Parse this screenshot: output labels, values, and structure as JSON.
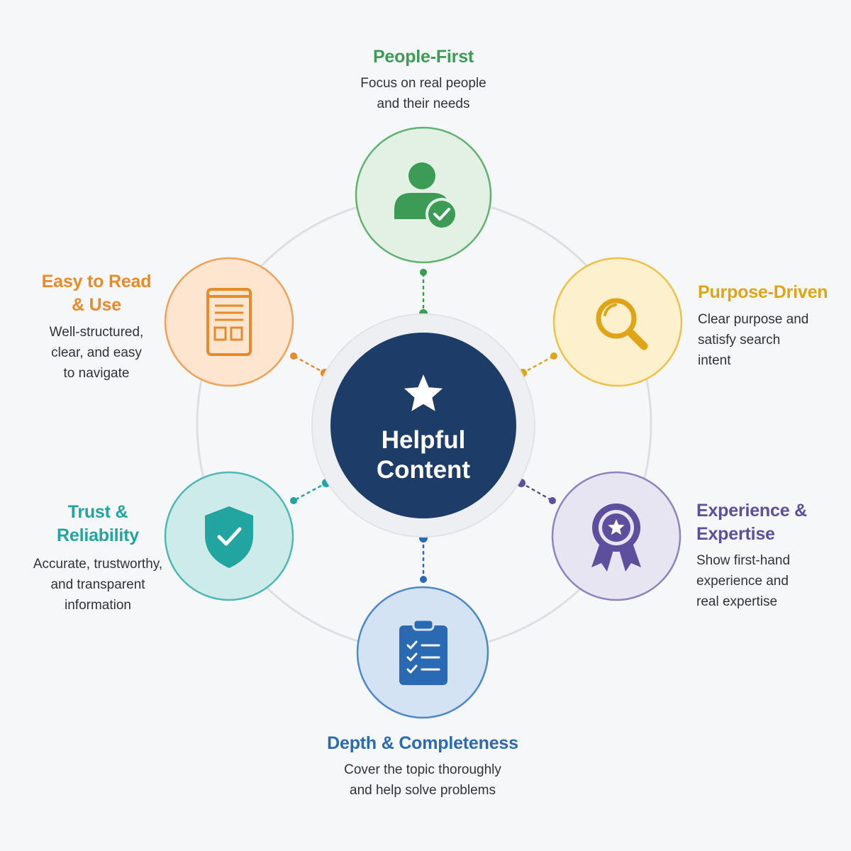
{
  "center": {
    "title": "Helpful\nContent",
    "icon": "star-icon",
    "color": "#1d3c68"
  },
  "nodes": [
    {
      "key": "people_first",
      "title": "People-First",
      "description": "Focus on real people\nand their needs",
      "icon": "person-check-icon",
      "color": "#3c9b54"
    },
    {
      "key": "purpose_driven",
      "title": "Purpose-Driven",
      "description": "Clear purpose and\nsatisfy search\nintent",
      "icon": "magnifier-icon",
      "color": "#e0a516"
    },
    {
      "key": "experience_expertise",
      "title": "Experience &\nExpertise",
      "description": "Show first-hand\nexperience and\nreal expertise",
      "icon": "award-ribbon-icon",
      "color": "#5d4f9e"
    },
    {
      "key": "depth_completeness",
      "title": "Depth & Completeness",
      "description": "Cover the topic thoroughly\nand help solve problems",
      "icon": "clipboard-checklist-icon",
      "color": "#2a6ab2"
    },
    {
      "key": "trust_reliability",
      "title": "Trust &\nReliability",
      "description": "Accurate, trustworthy,\nand transparent\ninformation",
      "icon": "shield-check-icon",
      "color": "#22a4a0"
    },
    {
      "key": "easy_to_read",
      "title": "Easy to Read\n& Use",
      "description": "Well-structured,\nclear, and easy\nto navigate",
      "icon": "document-layout-icon",
      "color": "#e98a2a"
    }
  ]
}
